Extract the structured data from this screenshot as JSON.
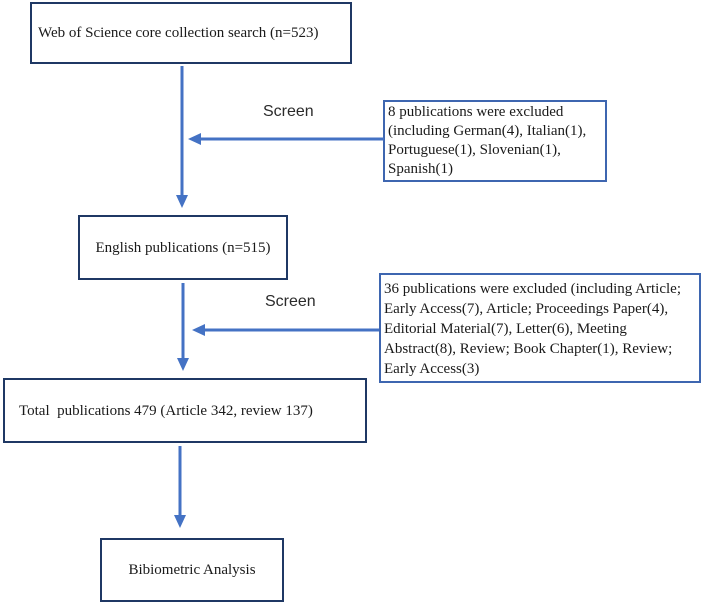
{
  "diagram": {
    "title_hint": "Publication screening flowchart",
    "boxes": {
      "wos": {
        "text": "Web of Science core collection search (n=523)"
      },
      "excluded1": {
        "text": "8 publications were excluded\n(including German(4), Italian(1),\nPortuguese(1), Slovenian(1),\nSpanish(1)"
      },
      "english": {
        "text": "English publications (n=515)"
      },
      "excluded2": {
        "text": "36 publications were excluded (including Article;\nEarly Access(7), Article; Proceedings Paper(4),\nEditorial Material(7), Letter(6), Meeting\nAbstract(8), Review; Book Chapter(1), Review;\nEarly Access(3)"
      },
      "total": {
        "text": "Total  publications 479 (Article 342, review 137)"
      },
      "bibliometric": {
        "text": "Bibiometric Analysis"
      }
    },
    "labels": {
      "screen1": "Screen",
      "screen2": "Screen"
    },
    "colors": {
      "primary_border": "#1f3864",
      "secondary_border": "#3e66b0",
      "arrow": "#4472c4",
      "text": "#1a1a1a",
      "background": "#ffffff"
    }
  }
}
